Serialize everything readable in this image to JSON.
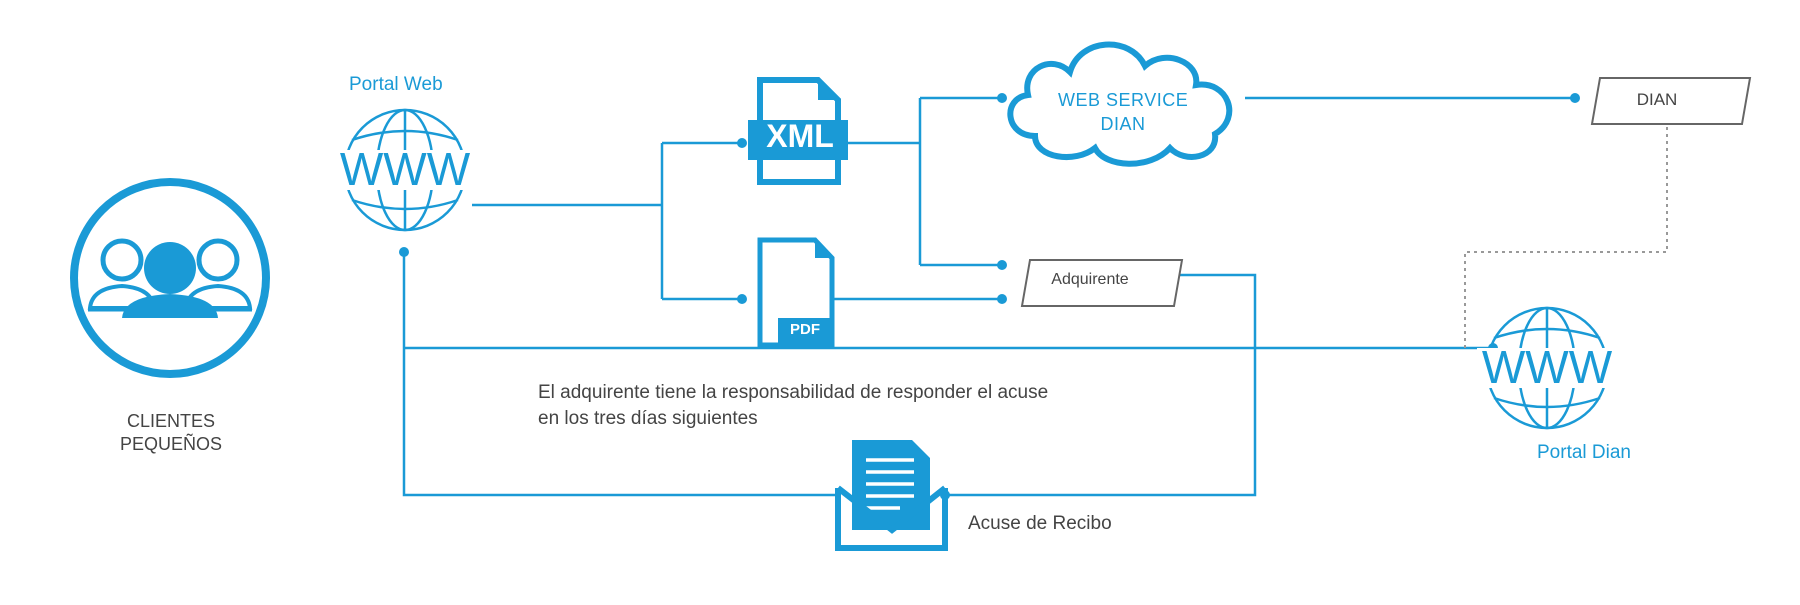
{
  "labels": {
    "portal_web": "Portal Web",
    "clientes_line1": "CLIENTES",
    "clientes_line2": "PEQUEÑOS",
    "note_line1": "El adquirente tiene la responsabilidad de responder el acuse",
    "note_line2": "en los tres días siguientes",
    "acuse": "Acuse de Recibo",
    "portal_dian": "Portal Dian",
    "ws_line1": "WEB SERVICE",
    "ws_line2": "DIAN",
    "dian": "DIAN",
    "adquirente": "Adquirente"
  },
  "icons": {
    "www_text": "WWW",
    "xml_text": "XML",
    "pdf_text": "PDF"
  },
  "colors": {
    "accent": "#1a9ad6",
    "box_border": "#666666",
    "dotted": "#999999"
  }
}
